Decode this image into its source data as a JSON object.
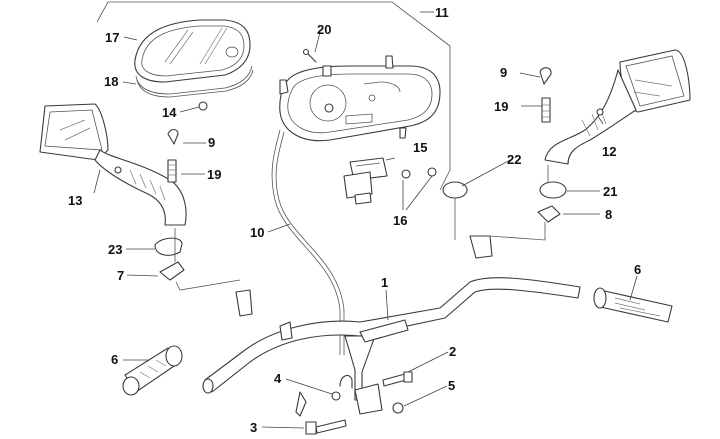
{
  "diagram": {
    "title": "Handlebar and instrument cluster exploded parts diagram",
    "callouts": [
      {
        "id": "c1",
        "label": "1"
      },
      {
        "id": "c2",
        "label": "2"
      },
      {
        "id": "c3",
        "label": "3"
      },
      {
        "id": "c4",
        "label": "4"
      },
      {
        "id": "c5",
        "label": "5"
      },
      {
        "id": "c6a",
        "label": "6"
      },
      {
        "id": "c6b",
        "label": "6"
      },
      {
        "id": "c7",
        "label": "7"
      },
      {
        "id": "c8",
        "label": "8"
      },
      {
        "id": "c9a",
        "label": "9"
      },
      {
        "id": "c9b",
        "label": "9"
      },
      {
        "id": "c10",
        "label": "10"
      },
      {
        "id": "c11",
        "label": "11"
      },
      {
        "id": "c12",
        "label": "12"
      },
      {
        "id": "c13",
        "label": "13"
      },
      {
        "id": "c14",
        "label": "14"
      },
      {
        "id": "c15",
        "label": "15"
      },
      {
        "id": "c16",
        "label": "16"
      },
      {
        "id": "c17",
        "label": "17"
      },
      {
        "id": "c18",
        "label": "18"
      },
      {
        "id": "c19a",
        "label": "19"
      },
      {
        "id": "c19b",
        "label": "19"
      },
      {
        "id": "c20",
        "label": "20"
      },
      {
        "id": "c21",
        "label": "21"
      },
      {
        "id": "c22",
        "label": "22"
      },
      {
        "id": "c23",
        "label": "23"
      }
    ],
    "parts": {
      "1": "handlebar",
      "2": "bolt",
      "3": "bolt",
      "4": "nut",
      "5": "nut",
      "6": "handle-grip",
      "7": "mirror-mount-left",
      "8": "mirror-mount-right",
      "9": "cap",
      "10": "speedometer-cable",
      "11": "instrument-cluster-assembly",
      "12": "mirror-right",
      "13": "mirror-left",
      "14": "bulb",
      "15": "switch-block",
      "16": "indicator-bulbs",
      "17": "instrument-lens",
      "18": "gasket",
      "19": "mirror-bolt",
      "20": "screw",
      "21": "mirror-cover-right",
      "22": "plate",
      "23": "mirror-cover-left"
    }
  }
}
